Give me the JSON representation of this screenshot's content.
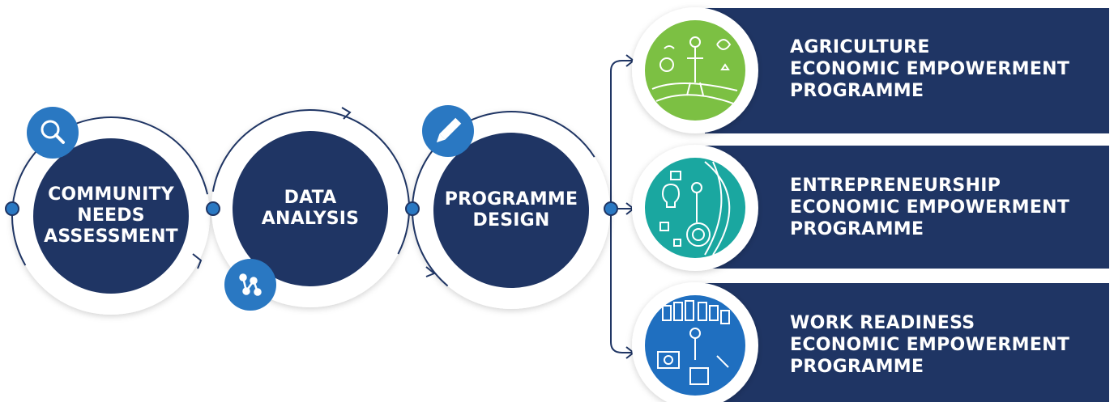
{
  "steps": [
    {
      "label": "COMMUNITY\nNEEDS\nASSESSMENT",
      "icon": "search-icon"
    },
    {
      "label": "DATA\nANALYSIS",
      "icon": "analysis-nodes-icon"
    },
    {
      "label": "PROGRAMME\nDESIGN",
      "icon": "pencil-icon"
    }
  ],
  "programmes": [
    {
      "label": "AGRICULTURE\nECONOMIC EMPOWERMENT\nPROGRAMME",
      "icon": "agriculture-illustration-icon",
      "color": "#7cc043"
    },
    {
      "label": "ENTREPRENEURSHIP\nECONOMIC EMPOWERMENT\nPROGRAMME",
      "icon": "entrepreneurship-illustration-icon",
      "color": "#1aa7a0"
    },
    {
      "label": "WORK READINESS\nECONOMIC EMPOWERMENT\nPROGRAMME",
      "icon": "work-readiness-illustration-icon",
      "color": "#1f6fc0"
    }
  ],
  "colors": {
    "navy": "#1f3564",
    "accent_blue": "#2a78c2",
    "ring_shadow": "#e6e6e6"
  }
}
